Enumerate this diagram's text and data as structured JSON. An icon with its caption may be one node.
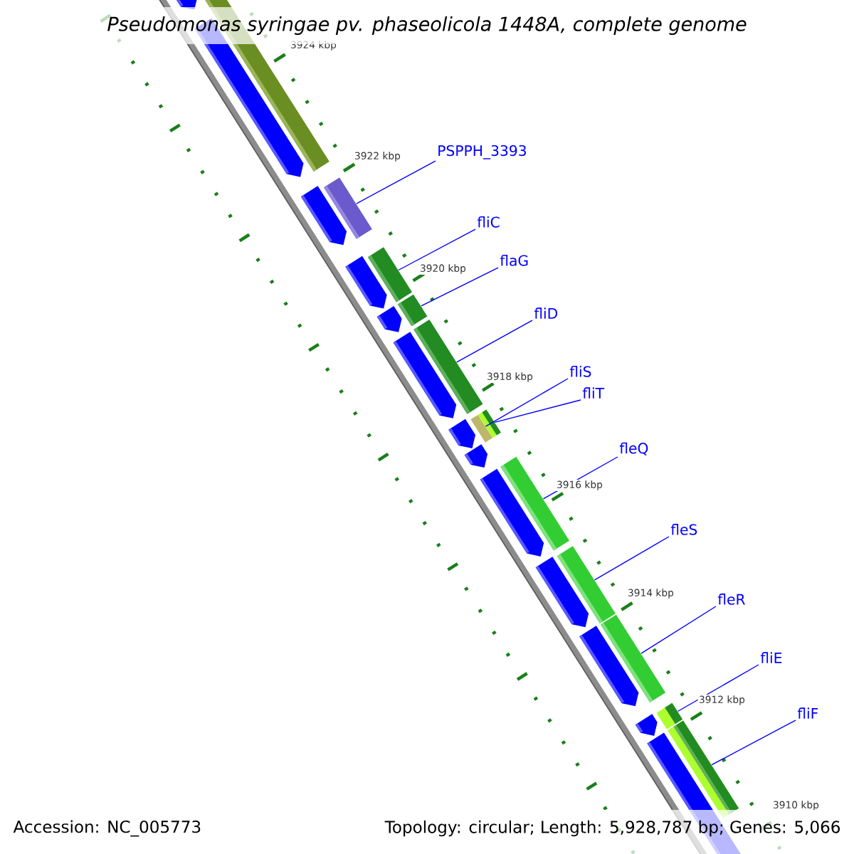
{
  "diagram": {
    "title": "Pseudomonas syringae pv. phaseolicola 1448A, complete genome",
    "nodes": [
      {
        "text": [
          "PSPPH_3393"
        ]
      },
      {
        "text": [
          "fliC"
        ]
      },
      {
        "text": [
          "flaG"
        ]
      },
      {
        "text": [
          "fliD"
        ]
      },
      {
        "text": [
          "fliS"
        ]
      },
      {
        "text": [
          "fliT"
        ]
      },
      {
        "text": [
          "fleQ"
        ]
      },
      {
        "text": [
          "fleS"
        ]
      },
      {
        "text": [
          "fleR"
        ]
      },
      {
        "text": [
          "fliE"
        ]
      },
      {
        "text": [
          "fliF"
        ]
      },
      {
        "text": [],
        "shape": "bar"
      },
      {
        "text": [],
        "shape": "bar"
      },
      {
        "text": [],
        "shape": "bar"
      },
      {
        "text": [],
        "shape": "bar"
      },
      {
        "text": [],
        "shape": "bar"
      },
      {
        "text": [],
        "shape": "bar"
      },
      {
        "text": [],
        "shape": "bar"
      },
      {
        "text": [],
        "shape": "bar"
      },
      {
        "text": [],
        "shape": "bar"
      },
      {
        "text": [],
        "shape": "bar"
      },
      {
        "text": [],
        "shape": "bar"
      }
    ],
    "edges": [
      {
        "from": 0,
        "to": 11,
        "arrow": "none"
      },
      {
        "from": 1,
        "to": 12,
        "arrow": "none"
      },
      {
        "from": 2,
        "to": 13,
        "arrow": "none"
      },
      {
        "from": 3,
        "to": 14,
        "arrow": "none"
      },
      {
        "from": 4,
        "to": 15,
        "arrow": "none"
      },
      {
        "from": 5,
        "to": 16,
        "arrow": "none"
      },
      {
        "from": 6,
        "to": 17,
        "arrow": "none"
      },
      {
        "from": 7,
        "to": 18,
        "arrow": "none"
      },
      {
        "from": 8,
        "to": 19,
        "arrow": "none"
      },
      {
        "from": 9,
        "to": 20,
        "arrow": "none"
      },
      {
        "from": 10,
        "to": 21,
        "arrow": "none"
      }
    ],
    "labels": [
      "3924 kbp",
      "3922 kbp",
      "3920 kbp",
      "3918 kbp",
      "3916 kbp",
      "3914 kbp",
      "3912 kbp",
      "3910 kbp",
      "Accession: NC_005773",
      "Topology: circular; Length: 5,928,787 bp; Genes: 5,066"
    ]
  }
}
